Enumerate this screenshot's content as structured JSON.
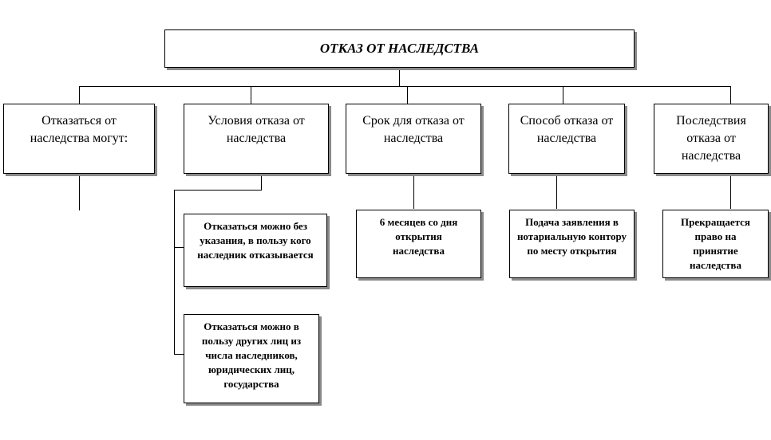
{
  "root": {
    "title": "ОТКАЗ ОТ НАСЛЕДСТВА"
  },
  "columns": [
    {
      "header": "Отказаться от наследства могут:"
    },
    {
      "header": "Условия отказа от наследства"
    },
    {
      "header": "Срок для отказа от наследства"
    },
    {
      "header": "Способ отказа от наследства"
    },
    {
      "header": "Последствия отказа от наследства"
    }
  ],
  "details": {
    "condition_1": "Отказаться можно без указания, в пользу кого наследник отказывается",
    "condition_2": "Отказаться можно в пользу других лиц из числа наследников, юридических лиц, государства",
    "term": "6 месяцев со дня открытия наследства",
    "method": "Подача заявления в нотариальную контору по месту открытия",
    "consequence": "Прекращается право на принятие наследства"
  }
}
